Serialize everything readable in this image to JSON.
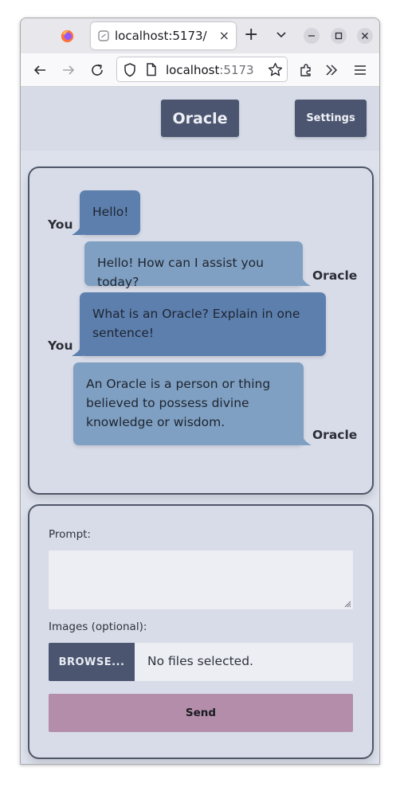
{
  "browser": {
    "tab_title": "localhost:5173/",
    "new_tab_symbol": "+",
    "close_symbol": "×",
    "url_host": "localhost",
    "url_port": ":5173"
  },
  "header": {
    "oracle_label": "Oracle",
    "settings_label": "Settings"
  },
  "chat": {
    "messages": [
      {
        "role": "You",
        "text": "Hello!"
      },
      {
        "role": "Oracle",
        "text": "Hello! How can I assist you today?"
      },
      {
        "role": "You",
        "text_lines": [
          "What is an Oracle? Explain in one",
          "sentence!"
        ]
      },
      {
        "role": "Oracle",
        "text_lines": [
          "An Oracle is a person or thing",
          "believed to possess divine",
          "knowledge or wisdom."
        ]
      }
    ]
  },
  "form": {
    "prompt_label": "Prompt:",
    "prompt_value": "",
    "images_label": "Images (optional):",
    "browse_label": "BROWSE...",
    "file_status": "No files selected.",
    "send_label": "Send"
  },
  "colors": {
    "user_bubble": "#5c7fad",
    "oracle_bubble": "#7fa0c2",
    "primary_button": "#4b5570",
    "send_button": "#b38daa"
  },
  "icons": [
    "firefox-logo-icon",
    "tab-favicon-icon",
    "tab-list-chevron-icon",
    "minimize-icon",
    "maximize-icon",
    "close-window-icon",
    "back-arrow-icon",
    "forward-arrow-icon",
    "reload-icon",
    "shield-icon",
    "page-icon",
    "bookmark-star-icon",
    "extensions-icon",
    "overflow-chevrons-icon",
    "menu-icon"
  ]
}
